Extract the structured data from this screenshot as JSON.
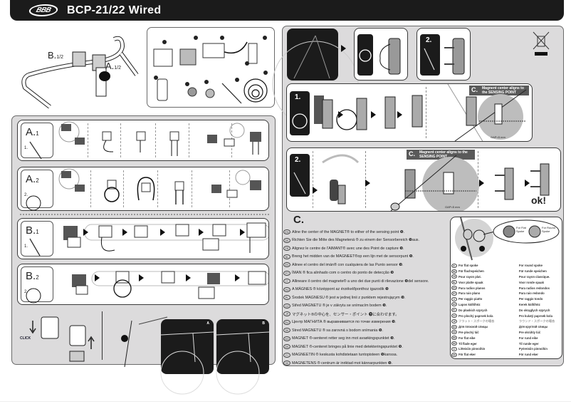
{
  "header": {
    "logo": "BBB",
    "title": "BCP-21/22 Wired"
  },
  "overview": {
    "mount_label_b": "B.",
    "mount_label_b_sub": "1/2",
    "mount_label_a": "A.",
    "mount_label_a_sub": "1/2"
  },
  "parts": {
    "numbers": [
      "1",
      "2",
      "3",
      "4",
      "5",
      "6",
      "7",
      "8",
      "9"
    ]
  },
  "steps_left": [
    {
      "label": "A.",
      "sub": "1",
      "item_num": "1.",
      "item": "cable-tie"
    },
    {
      "label": "A.",
      "sub": "2",
      "item_num": "2.",
      "item": "rubber-ring"
    },
    {
      "label": "B.",
      "sub": "1",
      "item_num": "1.",
      "item": "cable-tie"
    },
    {
      "label": "B.",
      "sub": "2",
      "item_num": "2.",
      "item": "rubber-ring"
    }
  ],
  "install": {
    "click_label": "CLICK",
    "panel_a_label": "A",
    "panel_b_label": "B",
    "callout_num": "8"
  },
  "sensor": {
    "step1_label": "1.",
    "step2_label": "2.",
    "step2b_label": "2.",
    "callout_letter": "C.",
    "callout_text": "Magnent center aligns to the SENSING POINT",
    "gap_text": "GAP<5 mm",
    "ok_text": "ok!"
  },
  "section_c": {
    "heading": "C.",
    "instructions": [
      {
        "lang": "EN",
        "text": "Aline the center of the MAGNET® to either of the sensing point ❾."
      },
      {
        "lang": "DE",
        "text": "Richten Sie die Mitte des Magnetenä ® zu einem der Sensorbereich ❾aus."
      },
      {
        "lang": "FR",
        "text": "Alignez le centre de l'AIMANT® avec une des Point de capture ❾."
      },
      {
        "lang": "NL",
        "text": "Breng het midden van de MAGNEET®op een lijn met de sensorpunt ❾."
      },
      {
        "lang": "ES",
        "text": "Alinee el centro del imán® con cualquiera de las Punto sensor ❾."
      },
      {
        "lang": "PT",
        "text": "ÍMAN ® fica alinhado com o centro do ponto de detecção ❾"
      },
      {
        "lang": "IT",
        "text": "Allineare il centro del magnete® a uno dei due punti di rilevazione ❾del sensore."
      },
      {
        "lang": "HU",
        "text": "A MÁGNES ® középpont az érzékelőponthoz igazodik ❾"
      },
      {
        "lang": "PL",
        "text": "Środek MAGNESU ® jest w jednej linii z punktem rejestrującym ❾."
      },
      {
        "lang": "CZ",
        "text": "Střed MAGNETU ® je v zákrytu se snímacím bodem ❾."
      },
      {
        "lang": "JP",
        "text": "マグネット®の中心を、センサー・ポイント ❾に合わせます。"
      },
      {
        "lang": "RU",
        "text": "Центр МАГНИТА ® выравнивается по точке измерения ❾."
      },
      {
        "lang": "SK",
        "text": "Stred MAGNETU ® sa zarovná s bodom snímania ❾."
      },
      {
        "lang": "NO",
        "text": "MAGNET ®-senteret retter seg inn mot avsøkingspunktet ❾."
      },
      {
        "lang": "DK",
        "text": "MAGNET ®-centeret bringes på linie med detekteringspunktet ❾."
      },
      {
        "lang": "FI",
        "text": "MAGNEETIN ® keskusta kohdistetaan tuntopisteen ❾kanssa."
      },
      {
        "lang": "SE",
        "text": "MAGNETENS ® centrum är inriktad mot kännarpunkten ❾."
      }
    ]
  },
  "spoke_types": {
    "flat_label": "For Flat Spoke",
    "round_label": "For Round Spoke",
    "callout_8": "8",
    "callout_7": "7",
    "rows": [
      {
        "lang": "GL",
        "flat": "For flat spoke",
        "round": "For round spoke"
      },
      {
        "lang": "DE",
        "flat": "Für flachspeichen",
        "round": "Für runde speichen"
      },
      {
        "lang": "FR",
        "flat": "Pour rayon plat.",
        "round": "Pour rayon classique."
      },
      {
        "lang": "NL",
        "flat": "Voor platte spaak",
        "round": "Voor ronde spaak"
      },
      {
        "lang": "ES",
        "flat": "Para radios planos",
        "round": "Para radios redondos"
      },
      {
        "lang": "PT",
        "flat": "Para raio plano",
        "round": "Para raio redondo"
      },
      {
        "lang": "IT",
        "flat": "Per raggio piatto",
        "round": "Per raggio tondo"
      },
      {
        "lang": "HU",
        "flat": "Lapos küllőhöz",
        "round": "Kerek küllőhöz"
      },
      {
        "lang": "PL",
        "flat": "Do płaskich szprych",
        "round": "Do okrągłych szprych"
      },
      {
        "lang": "CZ",
        "flat": "Pro plochý paprsek kola",
        "round": "Pro kulatý paprsek kola"
      },
      {
        "lang": "JP",
        "flat": "フラット・スポークの場合",
        "round": "ラウンド・スポークの場合"
      },
      {
        "lang": "RU",
        "flat": "Для плоской спицы",
        "round": "Для круглой спицы"
      },
      {
        "lang": "SK",
        "flat": "Pre plochý lúč",
        "round": "Pre okrúhly lúč"
      },
      {
        "lang": "NO",
        "flat": "For flat eike",
        "round": "For rund eike"
      },
      {
        "lang": "DK",
        "flat": "Til flade eger",
        "round": "Til runde eger"
      },
      {
        "lang": "FI",
        "flat": "Litteisiin pinnoihin",
        "round": "Pyöreisiin pinnoihin"
      },
      {
        "lang": "SE",
        "flat": "För flat eker",
        "round": "För rund eker"
      }
    ]
  },
  "colors": {
    "header_bg": "#1b1b1b",
    "panel_gray": "#dcdbdc",
    "callout_gray": "#5a5a5a"
  }
}
